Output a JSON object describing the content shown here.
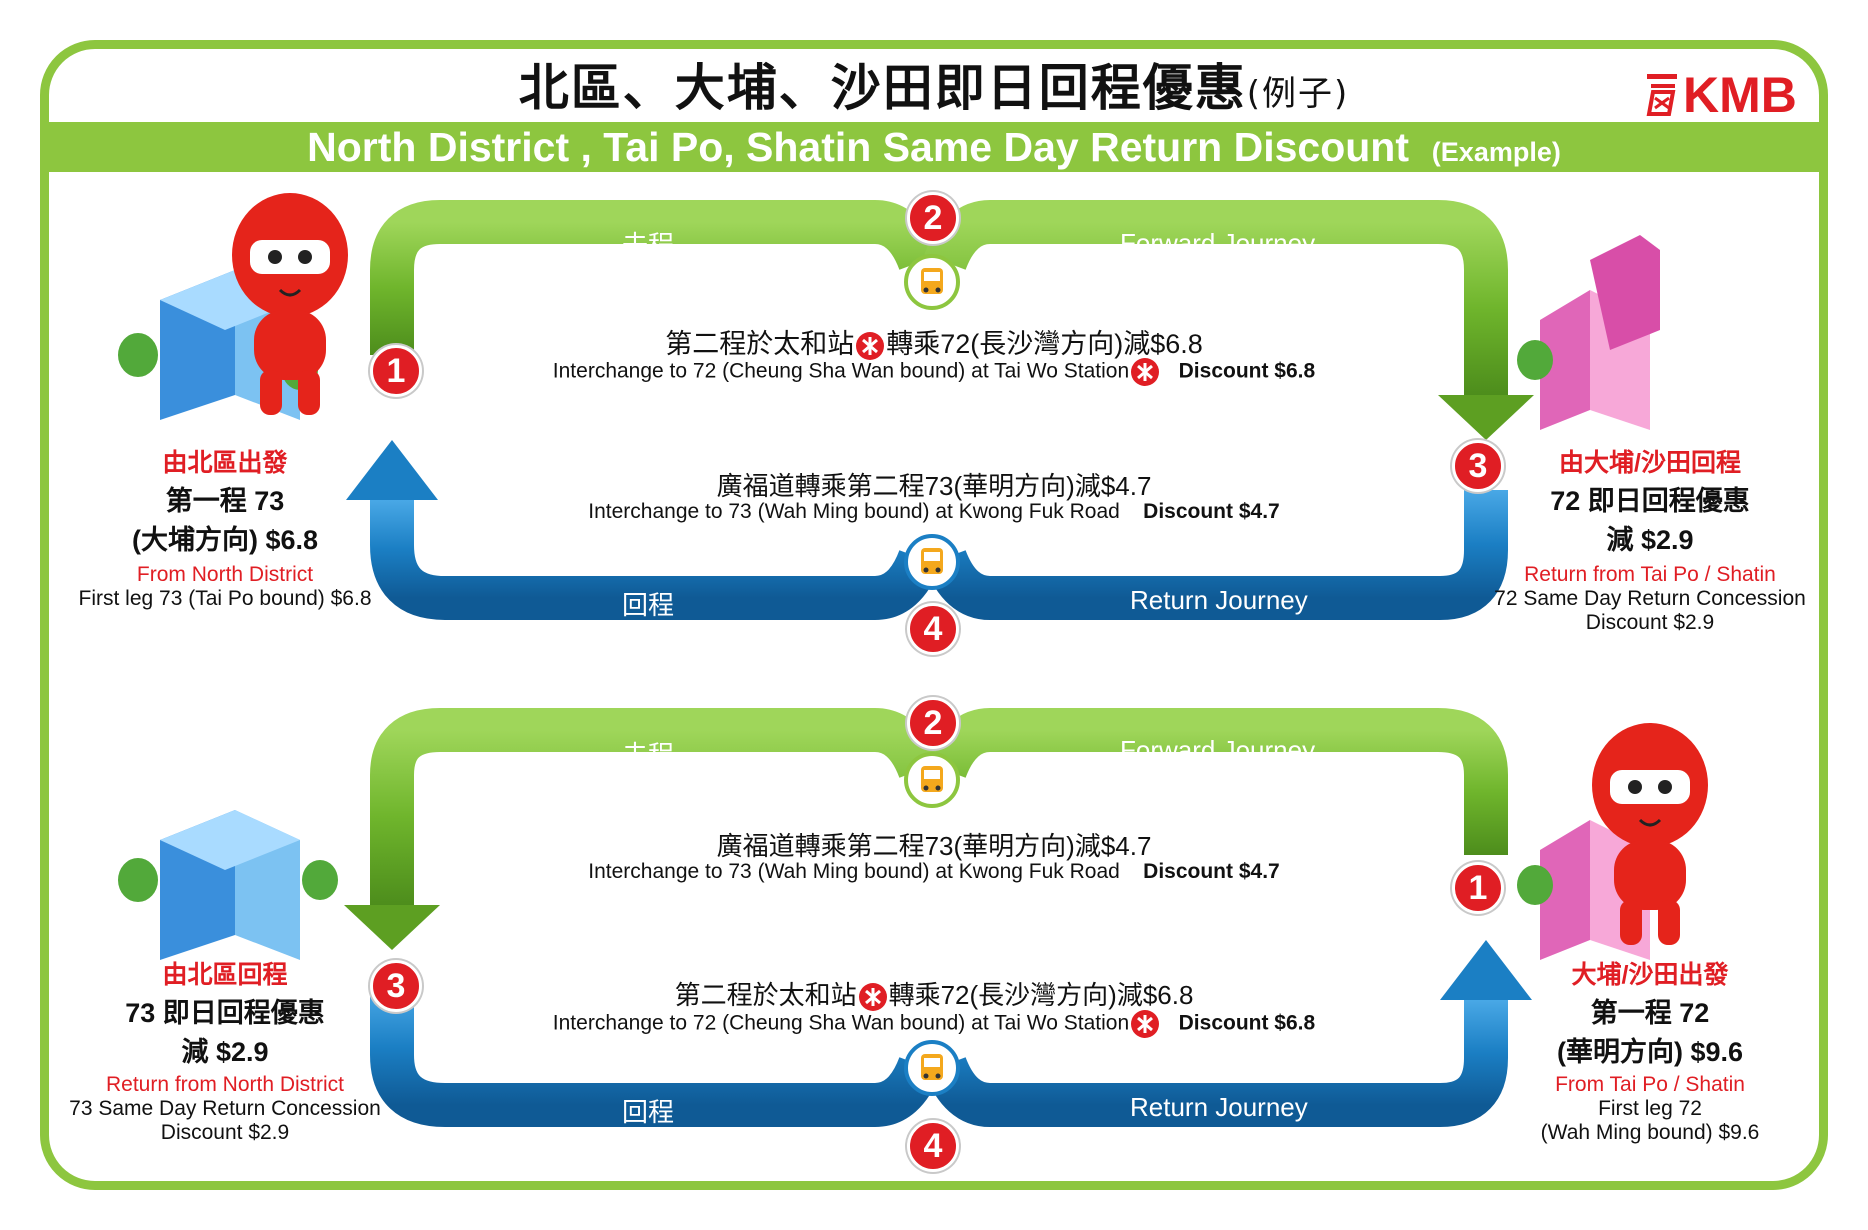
{
  "header": {
    "title_cn": "北區、大埔、沙田即日回程優惠",
    "title_cn_suffix": "(例子)",
    "title_en": "North District , Tai Po, Shatin Same Day Return Discount",
    "title_en_suffix": "(Example)",
    "logo_text": "KMB"
  },
  "colors": {
    "frame": "#8dc63f",
    "forward_arrow": "#6fb52c",
    "return_arrow": "#1b7fc4",
    "accent_red": "#e01e24"
  },
  "top": {
    "forward_label_cn": "去程",
    "forward_label_en": "Forward Journey",
    "return_label_cn": "回程",
    "return_label_en": "Return Journey",
    "forward_cn_a": "第二程於太和站",
    "forward_cn_b": "轉乘72(長沙灣方向)減$6.8",
    "forward_en": "Interchange to 72 (Cheung Sha Wan bound) at Tai Wo Station",
    "forward_discount": "Discount $6.8",
    "return_cn": "廣福道轉乘第二程73(華明方向)減$4.7",
    "return_en": "Interchange to 73 (Wah Ming bound) at Kwong Fuk Road",
    "return_discount": "Discount $4.7",
    "left": {
      "cn_red": "由北區出發",
      "cn_line1": "第一程 73",
      "cn_line2": "(大埔方向) $6.8",
      "en_red": "From North District",
      "en_line1": "First leg 73 (Tai Po bound) $6.8"
    },
    "right": {
      "cn_red": "由大埔/沙田回程",
      "cn_line1": "72 即日回程優惠",
      "cn_line2": "減 $2.9",
      "en_red": "Return from Tai Po / Shatin",
      "en_line1": "72 Same Day Return Concession",
      "en_line2": "Discount $2.9"
    }
  },
  "bottom": {
    "forward_label_cn": "去程",
    "forward_label_en": "Forward Journey",
    "return_label_cn": "回程",
    "return_label_en": "Return Journey",
    "forward_cn": "廣福道轉乘第二程73(華明方向)減$4.7",
    "forward_en": "Interchange to 73 (Wah Ming bound) at Kwong Fuk Road",
    "forward_discount": "Discount $4.7",
    "return_cn_a": "第二程於太和站",
    "return_cn_b": "轉乘72(長沙灣方向)減$6.8",
    "return_en": "Interchange to 72 (Cheung Sha Wan bound) at Tai Wo Station",
    "return_discount": "Discount $6.8",
    "left": {
      "cn_red": "由北區回程",
      "cn_line1": "73 即日回程優惠",
      "cn_line2": "減 $2.9",
      "en_red": "Return from North District",
      "en_line1": "73 Same Day Return Concession",
      "en_line2": "Discount $2.9"
    },
    "right": {
      "cn_red": "大埔/沙田出發",
      "cn_line1": "第一程 72",
      "cn_line2": "(華明方向) $9.6",
      "en_red": "From Tai Po / Shatin",
      "en_line1": "First leg 72",
      "en_line2": "(Wah Ming bound) $9.6"
    }
  },
  "step_numbers": {
    "one": "1",
    "two": "2",
    "three": "3",
    "four": "4"
  }
}
